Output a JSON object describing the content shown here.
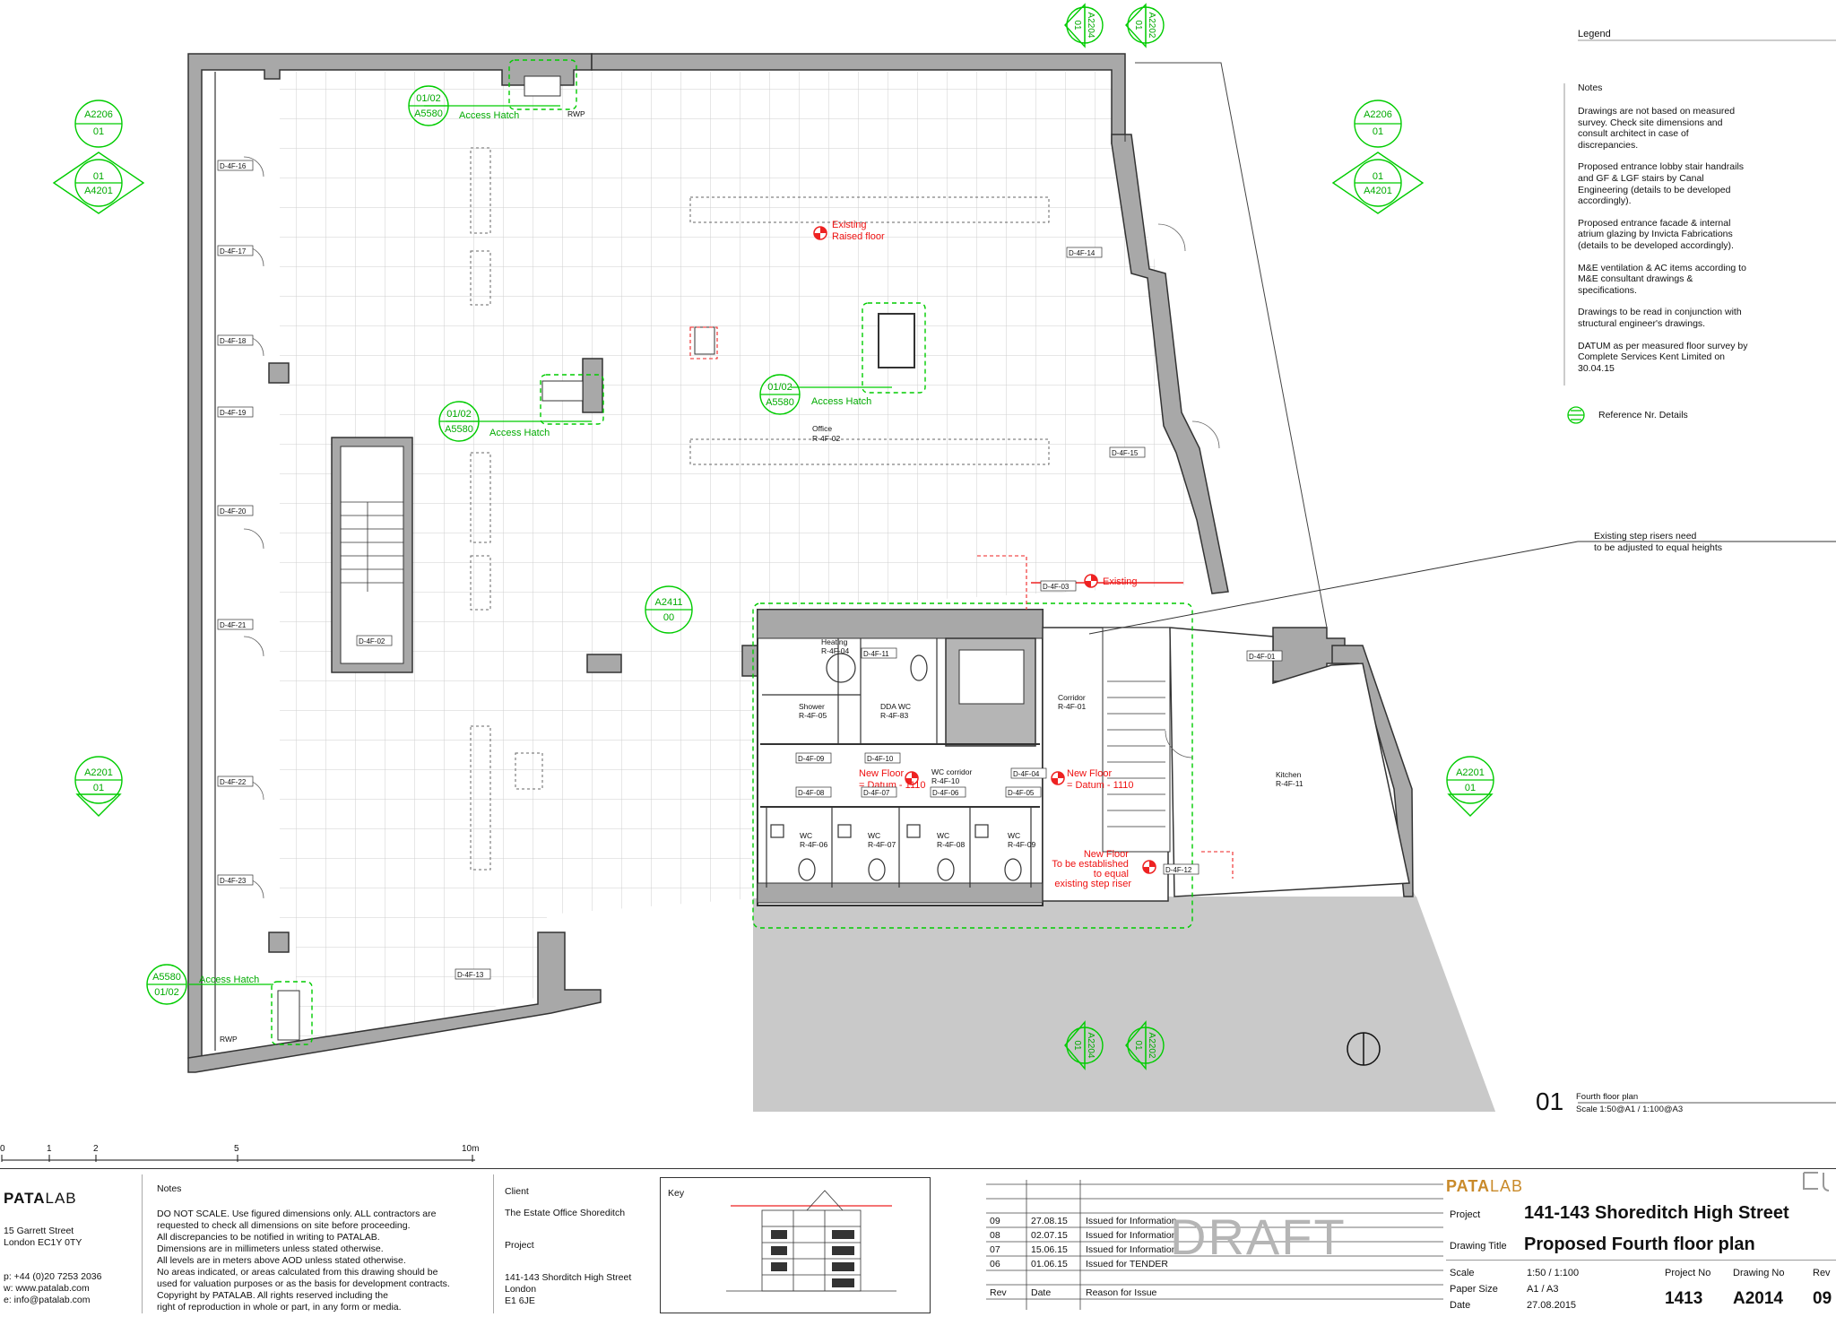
{
  "legend": {
    "title": "Legend",
    "notes_title": "Notes",
    "notes": [
      "Drawings are not based on measured survey. Check site dimensions and consult architect in case of discrepancies.",
      "Proposed entrance lobby stair handrails and GF & LGF stairs by Canal Engineering (details to be developed accordingly).",
      "Proposed entrance facade & internal atrium glazing by Invicta Fabrications (details to be developed accordingly).",
      "M&E ventilation & AC items according to M&E consultant drawings & specifications.",
      "Drawings to be read in conjunction with structural engineer's drawings.",
      "DATUM as per measured floor survey by Complete Services Kent Limited on 30.04.15"
    ],
    "ref_label": "Reference Nr. Details",
    "callout": "Existing step risers need\nto be adjusted to equal heights"
  },
  "plan": {
    "refs": {
      "top_left_top": "A2206",
      "top_left_mid": "01",
      "top_left_mid2": "01",
      "top_left_bot": "A4201",
      "top_right_top": "A2206",
      "top_right_mid": "01",
      "top_right_mid2": "01",
      "top_right_bot": "A4201",
      "left_mid_top": "A2201",
      "left_mid_bot": "01",
      "right_mid_top": "A2201",
      "right_mid_bot": "01",
      "section_a2204": "A2204",
      "section_a2202": "A2202",
      "section_num": "01",
      "a2411_top": "A2411",
      "a2411_bot": "00",
      "a5580": "A5580",
      "r0102": "01/02"
    },
    "labels": {
      "access_hatch": "Access Hatch",
      "rwp": "RWP",
      "existing_raised": "Existing\nRaised floor",
      "office": "Office",
      "office_code": "R-4F-02",
      "existing": "Existing",
      "new_floor": "New Floor",
      "datum": "= Datum - 1110",
      "new_floor_established": "New Floor\nTo be established\nto equal\nexisting step riser",
      "shower": "Shower",
      "shower_code": "R-4F-05",
      "ddawc": "DDA WC",
      "ddawc_code": "R-4F-83",
      "wc_corridor": "WC corridor",
      "wc_corridor_code": "R-4F-10",
      "corridor": "Corridor",
      "corridor_code": "R-4F-01",
      "kitchen": "Kitchen",
      "kitchen_code": "R-4F-11",
      "wc": "WC",
      "wc06": "R-4F-06",
      "wc07": "R-4F-07",
      "wc08": "R-4F-08",
      "wc09": "R-4F-09",
      "heating": "Heating",
      "heating_code": "R-4F-04"
    },
    "doors": [
      "D-4F-16",
      "D-4F-17",
      "D-4F-18",
      "D-4F-19",
      "D-4F-20",
      "D-4F-21",
      "D-4F-22",
      "D-4F-23",
      "D-4F-13",
      "D-4F-02",
      "D-4F-14",
      "D-4F-15",
      "D-4F-03",
      "D-4F-01",
      "D-4F-11",
      "D-4F-10",
      "D-4F-09",
      "D-4F-04",
      "D-4F-05",
      "D-4F-06",
      "D-4F-07",
      "D-4F-08",
      "D-4F-12"
    ],
    "plan_number": "01",
    "plan_title": "Fourth floor plan",
    "plan_scale": "Scale 1:50@A1  /  1:100@A3"
  },
  "scalebar": {
    "ticks": [
      "0",
      "1",
      "2",
      "5",
      "10m"
    ]
  },
  "titleblock": {
    "company_logo_prefix": "PATA",
    "company_logo_suffix": "LAB",
    "address": [
      "15 Garrett Street",
      "London EC1Y 0TY"
    ],
    "phone": "p:  +44 (0)20 7253 2036",
    "web": "w:  www.patalab.com",
    "email": "e:  info@patalab.com",
    "notes_title": "Notes",
    "notes_text": [
      "DO NOT SCALE. Use figured dimensions only. ALL contractors are",
      "requested to check all dimensions on site before proceeding.",
      "All discrepancies to be notified  in writing to PATALAB.",
      "Dimensions are in millimeters unless stated otherwise.",
      "All levels are in meters above AOD unless stated otherwise.",
      "No areas indicated, or areas calculated from this drawing should be",
      "used for valuation purposes or as the basis for development contracts.",
      "Copyright by PATALAB. All rights reserved including the",
      "right of reproduction in whole or part, in any form or media."
    ],
    "client_label": "Client",
    "client": "The Estate Office Shoreditch",
    "project_label": "Project",
    "project_addr": [
      "141-143 Shorditch High Street",
      "London",
      "E1 6JE"
    ],
    "key_label": "Key",
    "revisions": [
      {
        "rev": "09",
        "date": "27.08.15",
        "reason": "Issued for Information"
      },
      {
        "rev": "08",
        "date": "02.07.15",
        "reason": "Issued for Information"
      },
      {
        "rev": "07",
        "date": "15.06.15",
        "reason": "Issued for Information"
      },
      {
        "rev": "06",
        "date": "01.06.15",
        "reason": "Issued for TENDER"
      }
    ],
    "rev_h": "Rev",
    "date_h": "Date",
    "reason_h": "Reason for Issue",
    "draft": "DRAFT",
    "project_row_label": "Project",
    "project_title": "141-143 Shoreditch High Street",
    "drawing_title_label": "Drawing Title",
    "drawing_title": "Proposed Fourth floor plan",
    "scale_label": "Scale",
    "scale": "1:50 / 1:100",
    "paper_label": "Paper Size",
    "paper": "A1 / A3",
    "date_label": "Date",
    "date": "27.08.2015",
    "project_no_label": "Project No",
    "project_no": "1413",
    "drawing_no_label": "Drawing No",
    "drawing_no": "A2014",
    "rev_label": "Rev",
    "rev": "09"
  },
  "colors": {
    "green": "#00cc00",
    "red": "#ee1111",
    "wall": "#aaaaaa",
    "grid": "#c8c8c8"
  }
}
